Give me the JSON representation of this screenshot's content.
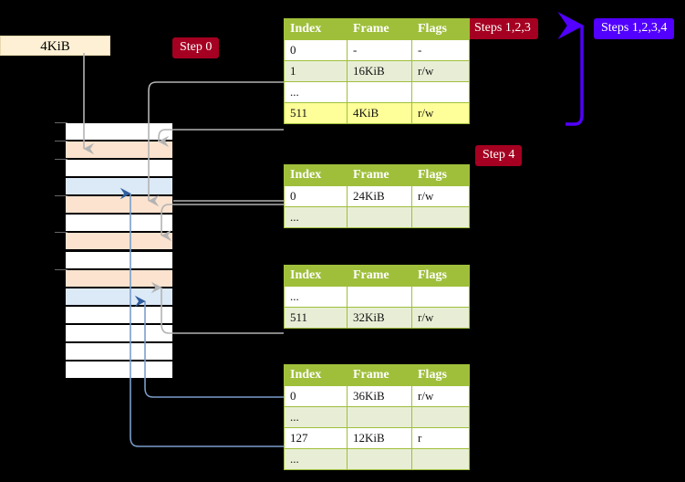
{
  "labels": {
    "mem_label": "4KiB",
    "step0": "Step 0",
    "steps123": "Steps 1,2,3",
    "steps1234": "Steps 1,2,3,4",
    "step4": "Step 4"
  },
  "colors": {
    "badge_red": "#a50021",
    "badge_blue": "#5200ff",
    "table_header": "#9fbf3b",
    "table_tint": "#e8eed6",
    "highlight": "#ffff99",
    "frame_orange": "#fce3cf",
    "frame_blue": "#dce9f7",
    "mem_label_bg": "#fdf0d5",
    "connector_gray": "#b3b3b3",
    "connector_blue": "#7b9ecb"
  },
  "columns": [
    "Index",
    "Frame",
    "Flags"
  ],
  "tables": [
    {
      "name": "level-4-table",
      "rows": [
        {
          "index": "0",
          "frame": "-",
          "flags": "-",
          "shade": "light",
          "highlight": false
        },
        {
          "index": "1",
          "frame": "16KiB",
          "flags": "r/w",
          "shade": "tint",
          "highlight": false
        },
        {
          "index": "...",
          "frame": "",
          "flags": "",
          "shade": "light",
          "highlight": false
        },
        {
          "index": "511",
          "frame": "4KiB",
          "flags": "r/w",
          "shade": "tint",
          "highlight": true
        }
      ]
    },
    {
      "name": "level-3-table",
      "rows": [
        {
          "index": "0",
          "frame": "24KiB",
          "flags": "r/w",
          "shade": "light",
          "highlight": false
        },
        {
          "index": "...",
          "frame": "",
          "flags": "",
          "shade": "tint",
          "highlight": false
        }
      ]
    },
    {
      "name": "level-2-table",
      "rows": [
        {
          "index": "...",
          "frame": "",
          "flags": "",
          "shade": "light",
          "highlight": false
        },
        {
          "index": "511",
          "frame": "32KiB",
          "flags": "r/w",
          "shade": "tint",
          "highlight": false
        }
      ]
    },
    {
      "name": "level-1-table",
      "rows": [
        {
          "index": "0",
          "frame": "36KiB",
          "flags": "r/w",
          "shade": "light",
          "highlight": false
        },
        {
          "index": "...",
          "frame": "",
          "flags": "",
          "shade": "tint",
          "highlight": false
        },
        {
          "index": "127",
          "frame": "12KiB",
          "flags": "r",
          "shade": "light",
          "highlight": false
        },
        {
          "index": "...",
          "frame": "",
          "flags": "",
          "shade": "tint",
          "highlight": false
        }
      ]
    }
  ],
  "memory_rows": [
    {
      "fill": "white"
    },
    {
      "fill": "orange"
    },
    {
      "fill": "white"
    },
    {
      "fill": "blue"
    },
    {
      "fill": "orange"
    },
    {
      "fill": "white"
    },
    {
      "fill": "orange"
    },
    {
      "fill": "white"
    },
    {
      "fill": "orange"
    },
    {
      "fill": "blue"
    },
    {
      "fill": "white"
    },
    {
      "fill": "white"
    },
    {
      "fill": "white"
    },
    {
      "fill": "white"
    }
  ]
}
